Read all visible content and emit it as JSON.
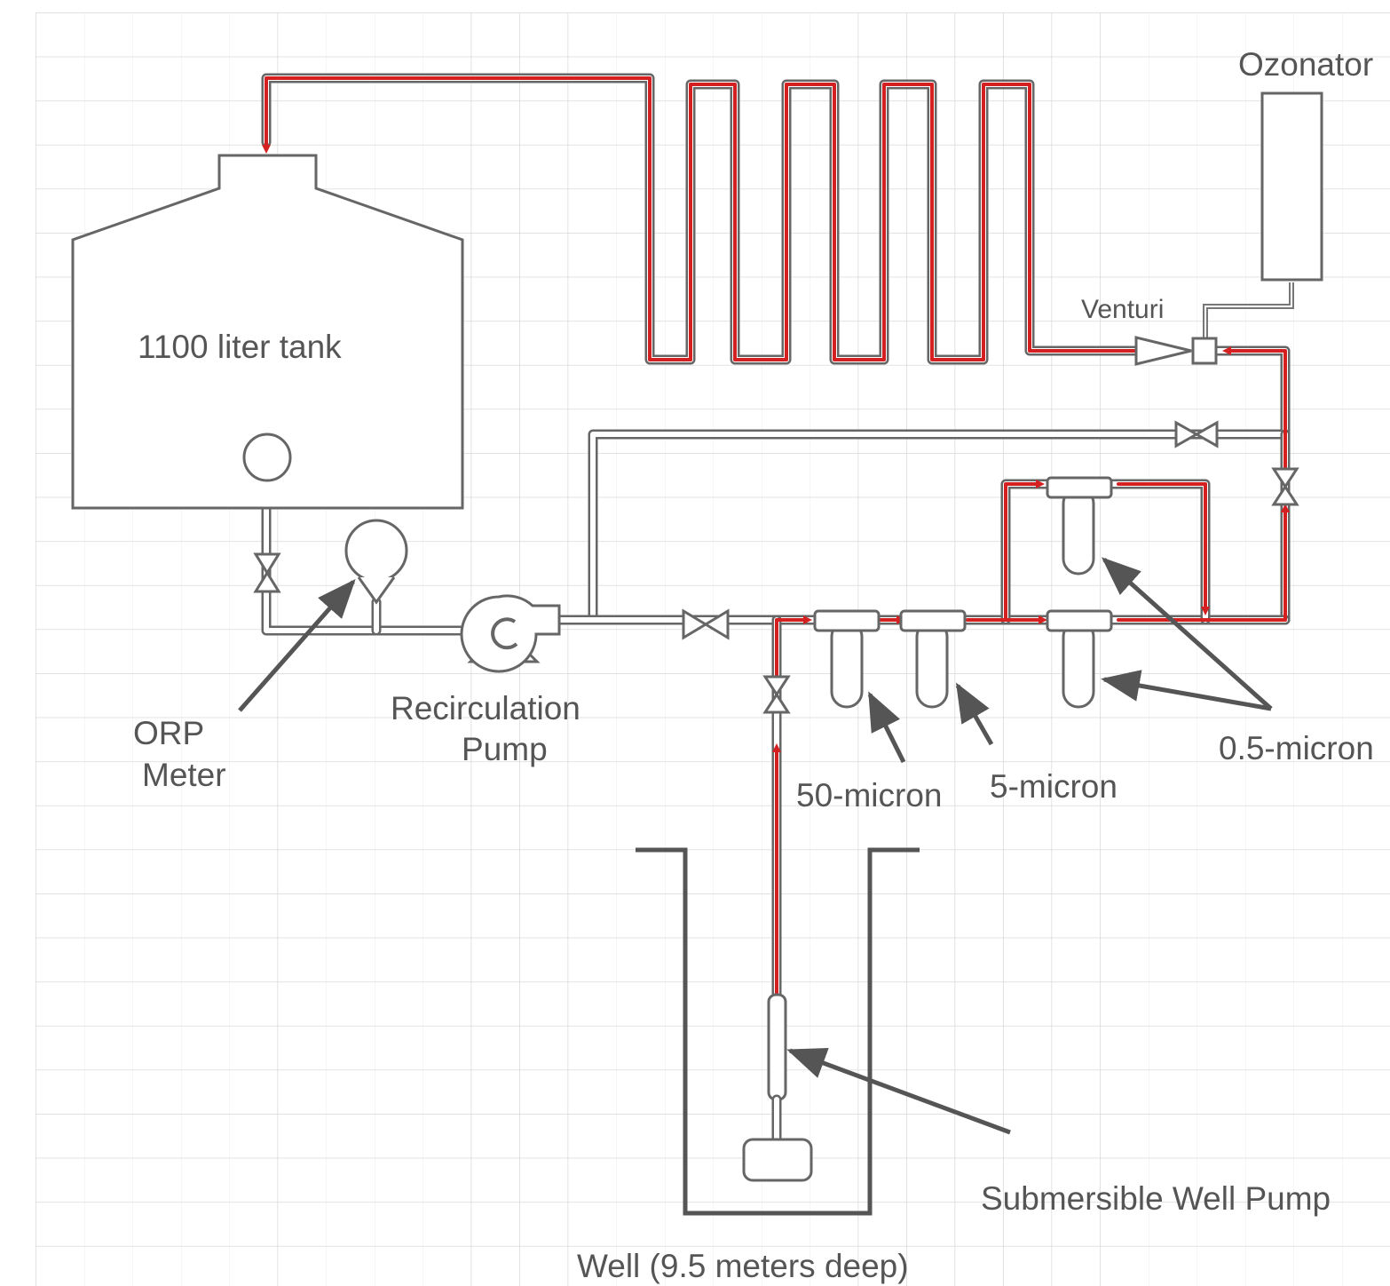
{
  "labels": {
    "tank": "1100 liter tank",
    "ozonator": "Ozonator",
    "venturi": "Venturi",
    "orp_line1": "ORP",
    "orp_line2": "Meter",
    "recirc_line1": "Recirculation",
    "recirc_line2": "Pump",
    "filter_50": "50-micron",
    "filter_5": "5-micron",
    "filter_05": "0.5-micron",
    "well_pump": "Submersible Well Pump",
    "well": "Well (9.5 meters deep)"
  },
  "colors": {
    "flow": "#d42020",
    "pipe": "#666666",
    "grid": "#d9d9d9",
    "text": "#555555"
  }
}
